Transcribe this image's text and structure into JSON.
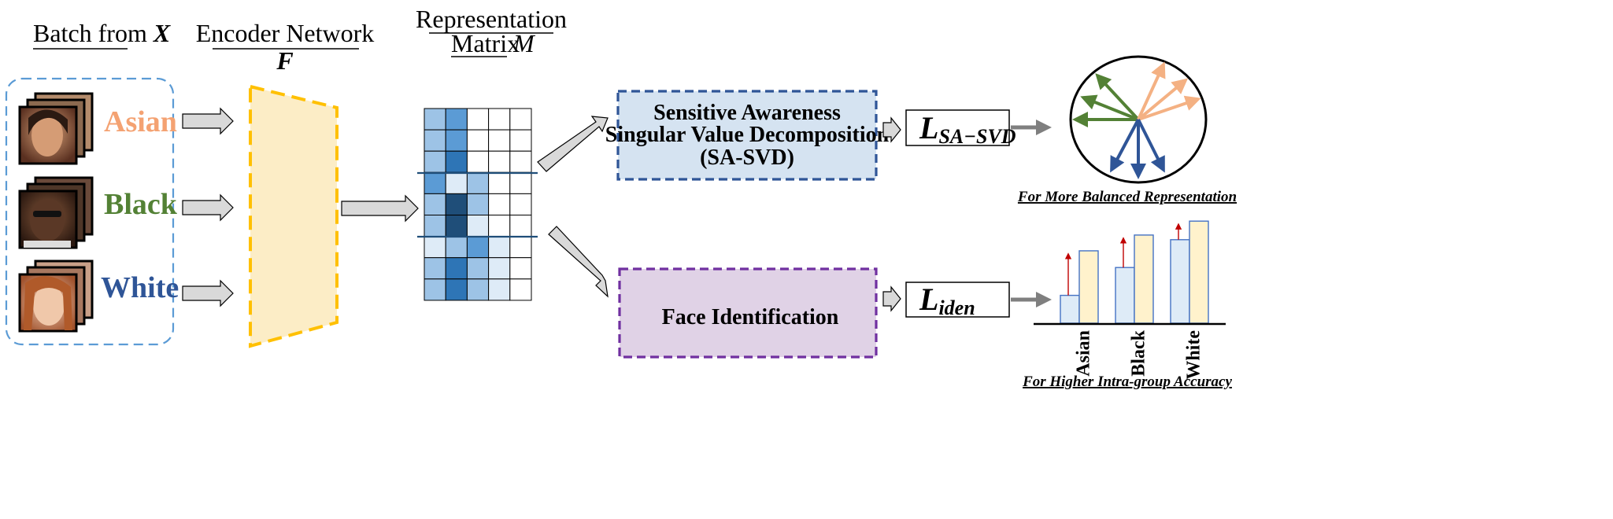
{
  "headers": {
    "batch": "Batch from",
    "batch_var": "X",
    "encoder_line1": "Encoder Network",
    "encoder_var": "F",
    "rep_line1": "Representation",
    "rep_line2": "Matrix",
    "rep_var": "M"
  },
  "groups": [
    {
      "label": "Asian",
      "color": "#F4A272"
    },
    {
      "label": "Black",
      "color": "#538135"
    },
    {
      "label": "White",
      "color": "#2F5597"
    }
  ],
  "sa_svd": {
    "line1": "Sensitive Awareness",
    "line2": "Singular Value Decomposition",
    "line3": "(SA-SVD)"
  },
  "face_id": {
    "label": "Face Identification"
  },
  "losses": {
    "sa_svd": {
      "main": "L",
      "sub": "SA−SVD"
    },
    "iden": {
      "main": "L",
      "sub": "iden"
    }
  },
  "captions": {
    "top": "For More Balanced Representation",
    "bottom": "For Higher Intra-group Accuracy"
  },
  "chart_data": {
    "type": "bar",
    "categories": [
      "Asian",
      "Black",
      "White"
    ],
    "series": [
      {
        "values": [
          0.3,
          0.6,
          0.9
        ]
      },
      {
        "values": [
          0.78,
          0.95,
          1.1
        ]
      }
    ]
  },
  "colors": {
    "blue_dashed": "#2F5597",
    "purple_dashed": "#7030A0",
    "encoder_fill": "#FCEDC6",
    "encoder_border": "#FFC000",
    "sa_svd_fill": "#D5E3F1",
    "face_fill": "#E0D2E6",
    "batch_border": "#5B9BD5",
    "arrow_fill": "#D9D9D9",
    "bar_blue": "#DEEBF7",
    "bar_yellow": "#FFF2CC",
    "bar_edge": "#4472C4",
    "gain_arrow": "#C00000"
  }
}
